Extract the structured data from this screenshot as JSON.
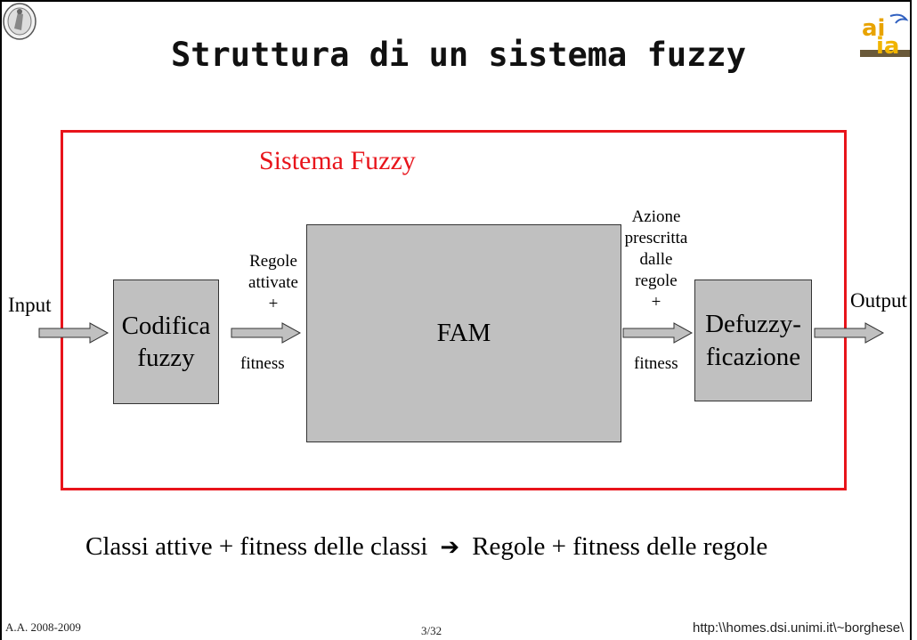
{
  "slide": {
    "title": "Struttura di un sistema fuzzy",
    "system_label": "Sistema Fuzzy",
    "blocks": {
      "coding": [
        "Codifica",
        "fuzzy"
      ],
      "fam": "FAM",
      "defuzzy": [
        "Defuzzy-",
        "ficazione"
      ]
    },
    "labels": {
      "input": "Input",
      "output": "Output",
      "rules": [
        "Regole",
        "attivate",
        "+"
      ],
      "fitness_left": "fitness",
      "action": [
        "Azione",
        "prescritta",
        "dalle",
        "regole",
        "+"
      ],
      "fitness_right": "fitness"
    },
    "formula": {
      "left": "Classi attive + fitness delle classi",
      "arrow": "➔",
      "right": "Regole + fitness delle regole"
    },
    "footer": {
      "year": "A.A. 2008-2009",
      "page": "3/32",
      "url": "http:\\\\homes.dsi.unimi.it\\~borghese\\"
    }
  },
  "colors": {
    "accent": "#e8141b",
    "block_fill": "#c0c0c0"
  },
  "icons": {
    "left_logo": "university-seal-icon",
    "right_logo": "aira-iapr-logo-icon"
  }
}
